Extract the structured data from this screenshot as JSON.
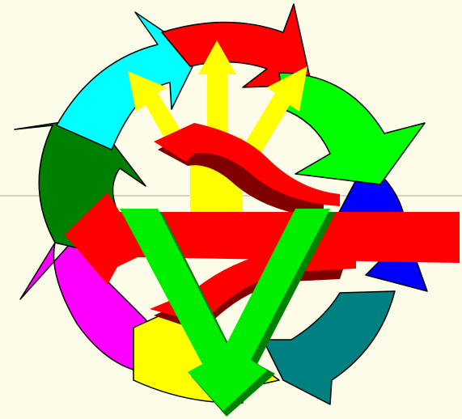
{
  "palette": {
    "background": "#fdfce8",
    "guide_line": "#c8a07a",
    "outline": "#000000",
    "ring": {
      "red": "#ff0000",
      "lime": "#00ff00",
      "blue": "#0000ff",
      "teal": "#008080",
      "yellow": "#ffff00",
      "magenta": "#ff00ff",
      "dark_green": "#008000",
      "cyan": "#00ffff"
    },
    "trident": "#ffff00",
    "swoosh": "#ff0000",
    "swoosh_shadow": "#800000",
    "v_fill": "#00ee00",
    "v_shadow": "#008000",
    "horizontal_arrow": "#ff0000"
  },
  "graphic": {
    "ring_segments": [
      "red",
      "lime",
      "blue",
      "teal",
      "yellow",
      "magenta",
      "dark_green",
      "cyan"
    ],
    "central_elements": [
      "three-headed-yellow-arrow",
      "red-swoosh-arrows",
      "green-v-arrow",
      "red-left-arrow"
    ]
  }
}
